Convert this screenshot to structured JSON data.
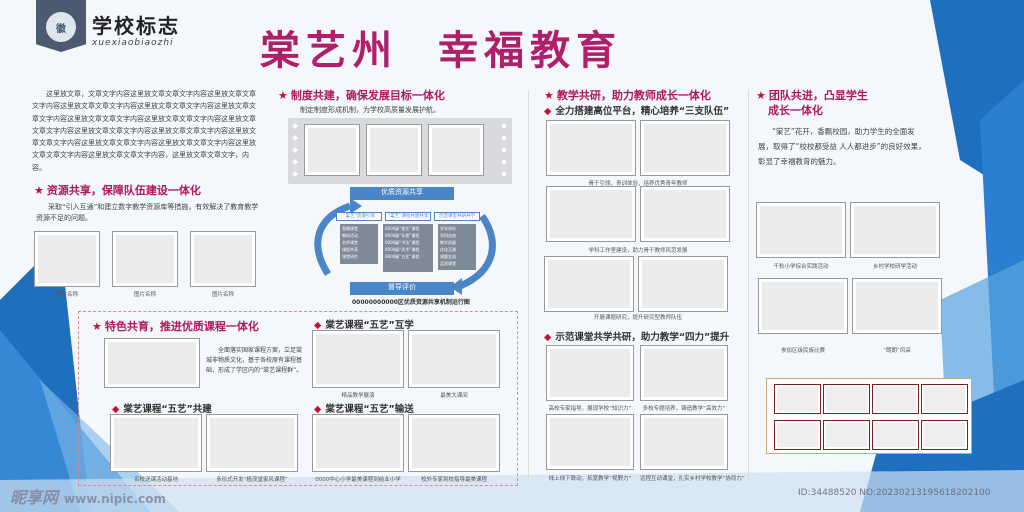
{
  "logo": {
    "title": "学校标志",
    "subtitle": "xuexiaobiaozhi",
    "glyph": "徽"
  },
  "main_title": {
    "part1": "棠艺州",
    "part2": "幸福教育"
  },
  "intro_text": "这里放文章，文章文字内容这里放文章文章文字内容这里放文章文章文字内容这里放文章文章文字内容这里放文章文章文字内容这里放文章文章文字内容这里放文章文章文字内容这里放文章文章文字内容这里放文章文章文字内容这里放文章文章文字内容这里放文章文章文字内容这里放文章文章文字内容这里放文章文章文字内容这里放文章文章文字内容这里放文章文章文字内容这里放文章文章文字内容，这里放文章文章文字，内容。",
  "sections": {
    "resource": {
      "title": "资源共享，保障队伍建设一体化",
      "text": "采取“引入互通”和建立数字教学资源库等措施，有效解决了教育教学资源不足的问题。",
      "captions": [
        "图片名称",
        "图片名称",
        "图片名称"
      ]
    },
    "system": {
      "title": "制度共建，确保发展目标一体化",
      "text": "制定制度形成机制，为学校高质量发展护航。"
    },
    "feature": {
      "title": "特色共育，推进优质课程一体化",
      "text": "全面落实国家课程方案，立足棠城非物质文化，基于各校原有课程基础，形成了学区内的“棠艺课程群”。"
    },
    "teach": {
      "title": "教学共研，助力教师成长一体化",
      "sub1": "全力搭建高位平台，精心培养“三支队伍”",
      "sub2": "示范课堂共学共研，助力教学“四力”提升"
    },
    "team": {
      "title_line1": "团队共进，凸显学生",
      "title_line2": "成长一体化",
      "text": "“棠艺”花开，香飘校园，助力学生的全面发展，取得了“校校都受益 人人都进步”的良好效果，彰显了幸福教育的魅力。"
    }
  },
  "diagram": {
    "top_bar": "优质资源共享",
    "bottom_bar": "督导评价",
    "boxes": [
      "“棠艺”资源引领",
      "“棠艺”课程共建共享",
      "示范课堂共研共学"
    ],
    "list1": [
      "直播课堂",
      "教研活动",
      "名师课堂",
      "课程共享",
      "课堂研究"
    ],
    "list2": [
      "0000级“棠艺”课程",
      "0000级“非遗”课程",
      "0000级“书法”课程",
      "0000级“武术”课程",
      "0000级“五艺”课程"
    ],
    "list3": [
      "学年评价",
      "学科总结",
      "教学质量",
      "优化互建",
      "课题交流",
      "品质课堂"
    ],
    "caption": "00000000000区优质资源共享机制运行图"
  },
  "feature_subs": {
    "s1": "棠艺课程“五艺”互学",
    "s2": "棠艺课程“五艺”共建",
    "s3": "棠艺课程“五艺”输送"
  },
  "feature_caps": [
    "精品教学展演",
    "最美大课间",
    "名校送课活动基地",
    "多形式开发“植茂堂家风课程”",
    "0000中心小学最美课程到结业小学",
    "校外专家到校指导最美课程"
  ],
  "teach_caps": [
    "骨干引领，青训体验，培养优秀青年教师",
    "学科工作室建设，助力骨干教师风范发展",
    "开展课题研究，提升研究型教师队伍",
    "高校专家指导，展现学校“知识力”",
    "多校专题培养，铸造教学“高效力”",
    "线上线下联动，拓宽教学“视野力”",
    "远程互动课堂，扎实乡村学校教学“协同力”"
  ],
  "team_caps": [
    "千秋小学综合实践活动",
    "乡村学校研学活动",
    "参加区级民族比赛",
    "“朗朗”风采"
  ],
  "watermark": {
    "brand": "昵享网",
    "url": "www.nipic.com",
    "id": "ID:34488520 NO:20230213195618202100"
  }
}
